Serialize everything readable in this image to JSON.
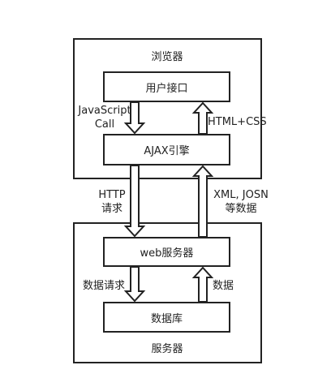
{
  "browser": {
    "title": "浏览器",
    "user_interface": "用户接口",
    "ajax_engine": "AJAX引擎"
  },
  "server": {
    "title": "服务器",
    "web_server": "web服务器",
    "database": "数据库"
  },
  "edges": {
    "js_call_line1": "JavaScript",
    "js_call_line2": "Call",
    "html_css": "HTML+CSS",
    "http_line1": "HTTP",
    "http_line2": "请求",
    "xml_line1": "XML, JOSN",
    "xml_line2": "等数据",
    "data_request": "数据请求",
    "data": "数据"
  },
  "colors": {
    "stroke": "#222222",
    "background": "#ffffff"
  }
}
